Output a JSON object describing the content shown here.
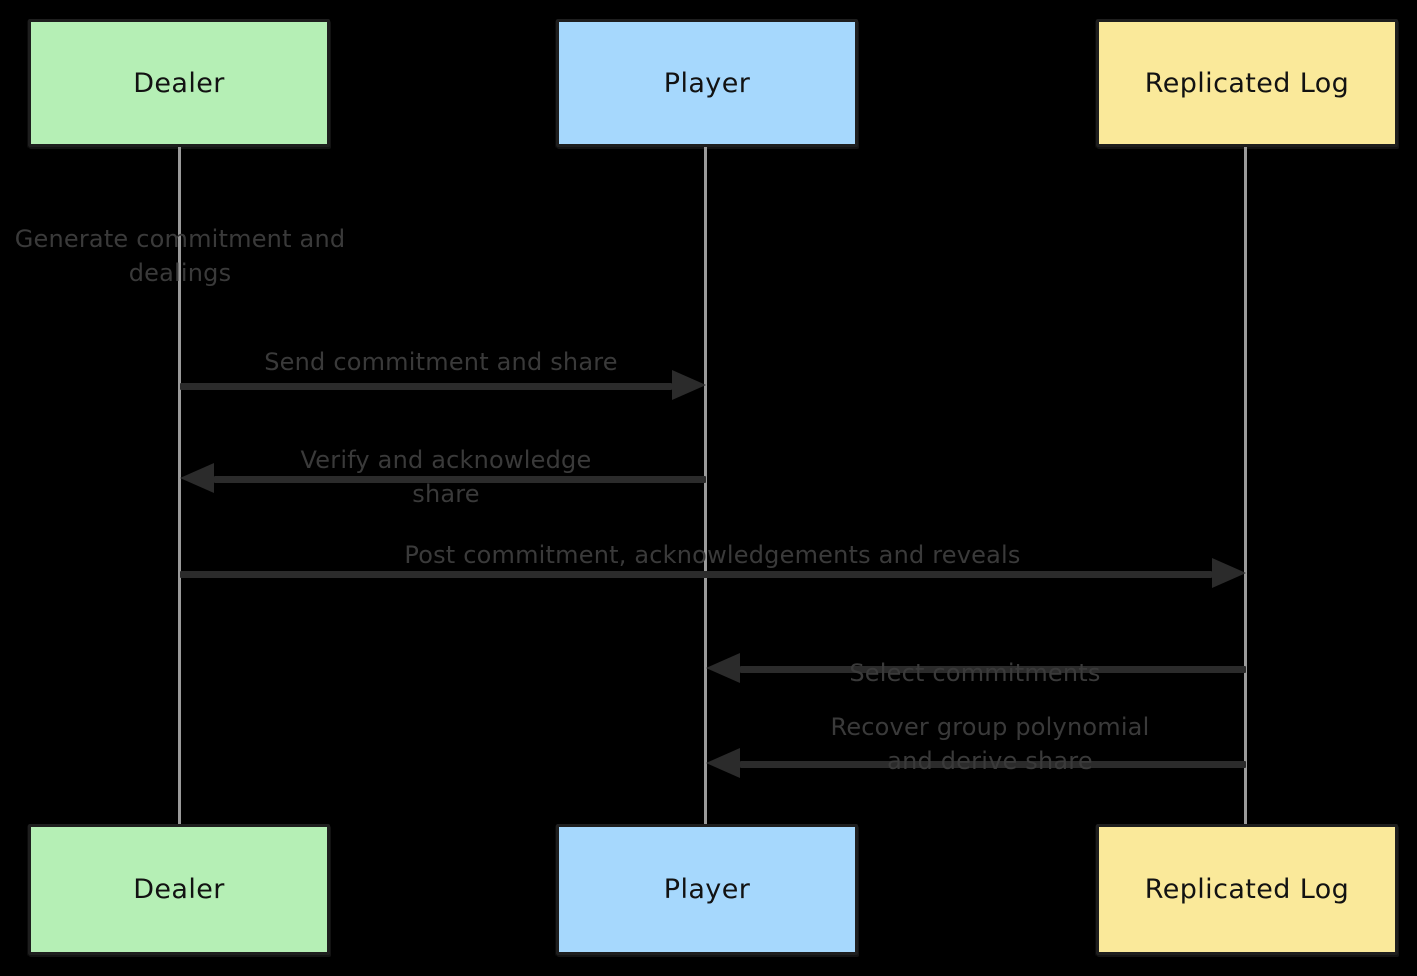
{
  "diagram": {
    "type": "sequence-diagram",
    "title": "",
    "background_color": "#000000",
    "participants": [
      {
        "id": "dealer",
        "label": "Dealer",
        "color": "#b5efb5"
      },
      {
        "id": "player",
        "label": "Player",
        "color": "#a6d8fd"
      },
      {
        "id": "log",
        "label": "Replicated Log",
        "color": "#fae99a"
      }
    ],
    "notes": [
      {
        "id": "note1",
        "on": "dealer",
        "text": "Generate commitment and dealings"
      }
    ],
    "messages": [
      {
        "id": "m1",
        "from": "dealer",
        "to": "player",
        "direction": "right",
        "text": "Send commitment and share"
      },
      {
        "id": "m2",
        "from": "player",
        "to": "dealer",
        "direction": "left",
        "text": "Verify and acknowledge share"
      },
      {
        "id": "m3",
        "from": "dealer",
        "to": "log",
        "direction": "right",
        "text": "Post commitment, acknowledgements and reveals"
      },
      {
        "id": "m4",
        "from": "log",
        "to": "player",
        "direction": "left",
        "text": "Select commitments"
      },
      {
        "id": "m5",
        "from": "log",
        "to": "player",
        "direction": "left",
        "text": "Recover group polynomial and derive share"
      }
    ],
    "colors": {
      "arrow": "#2b2b2b",
      "lifeline": "#9a9a9a",
      "label_text": "#3a3a3a",
      "box_border": "#1e1e1e",
      "box_text": "#121212"
    }
  }
}
